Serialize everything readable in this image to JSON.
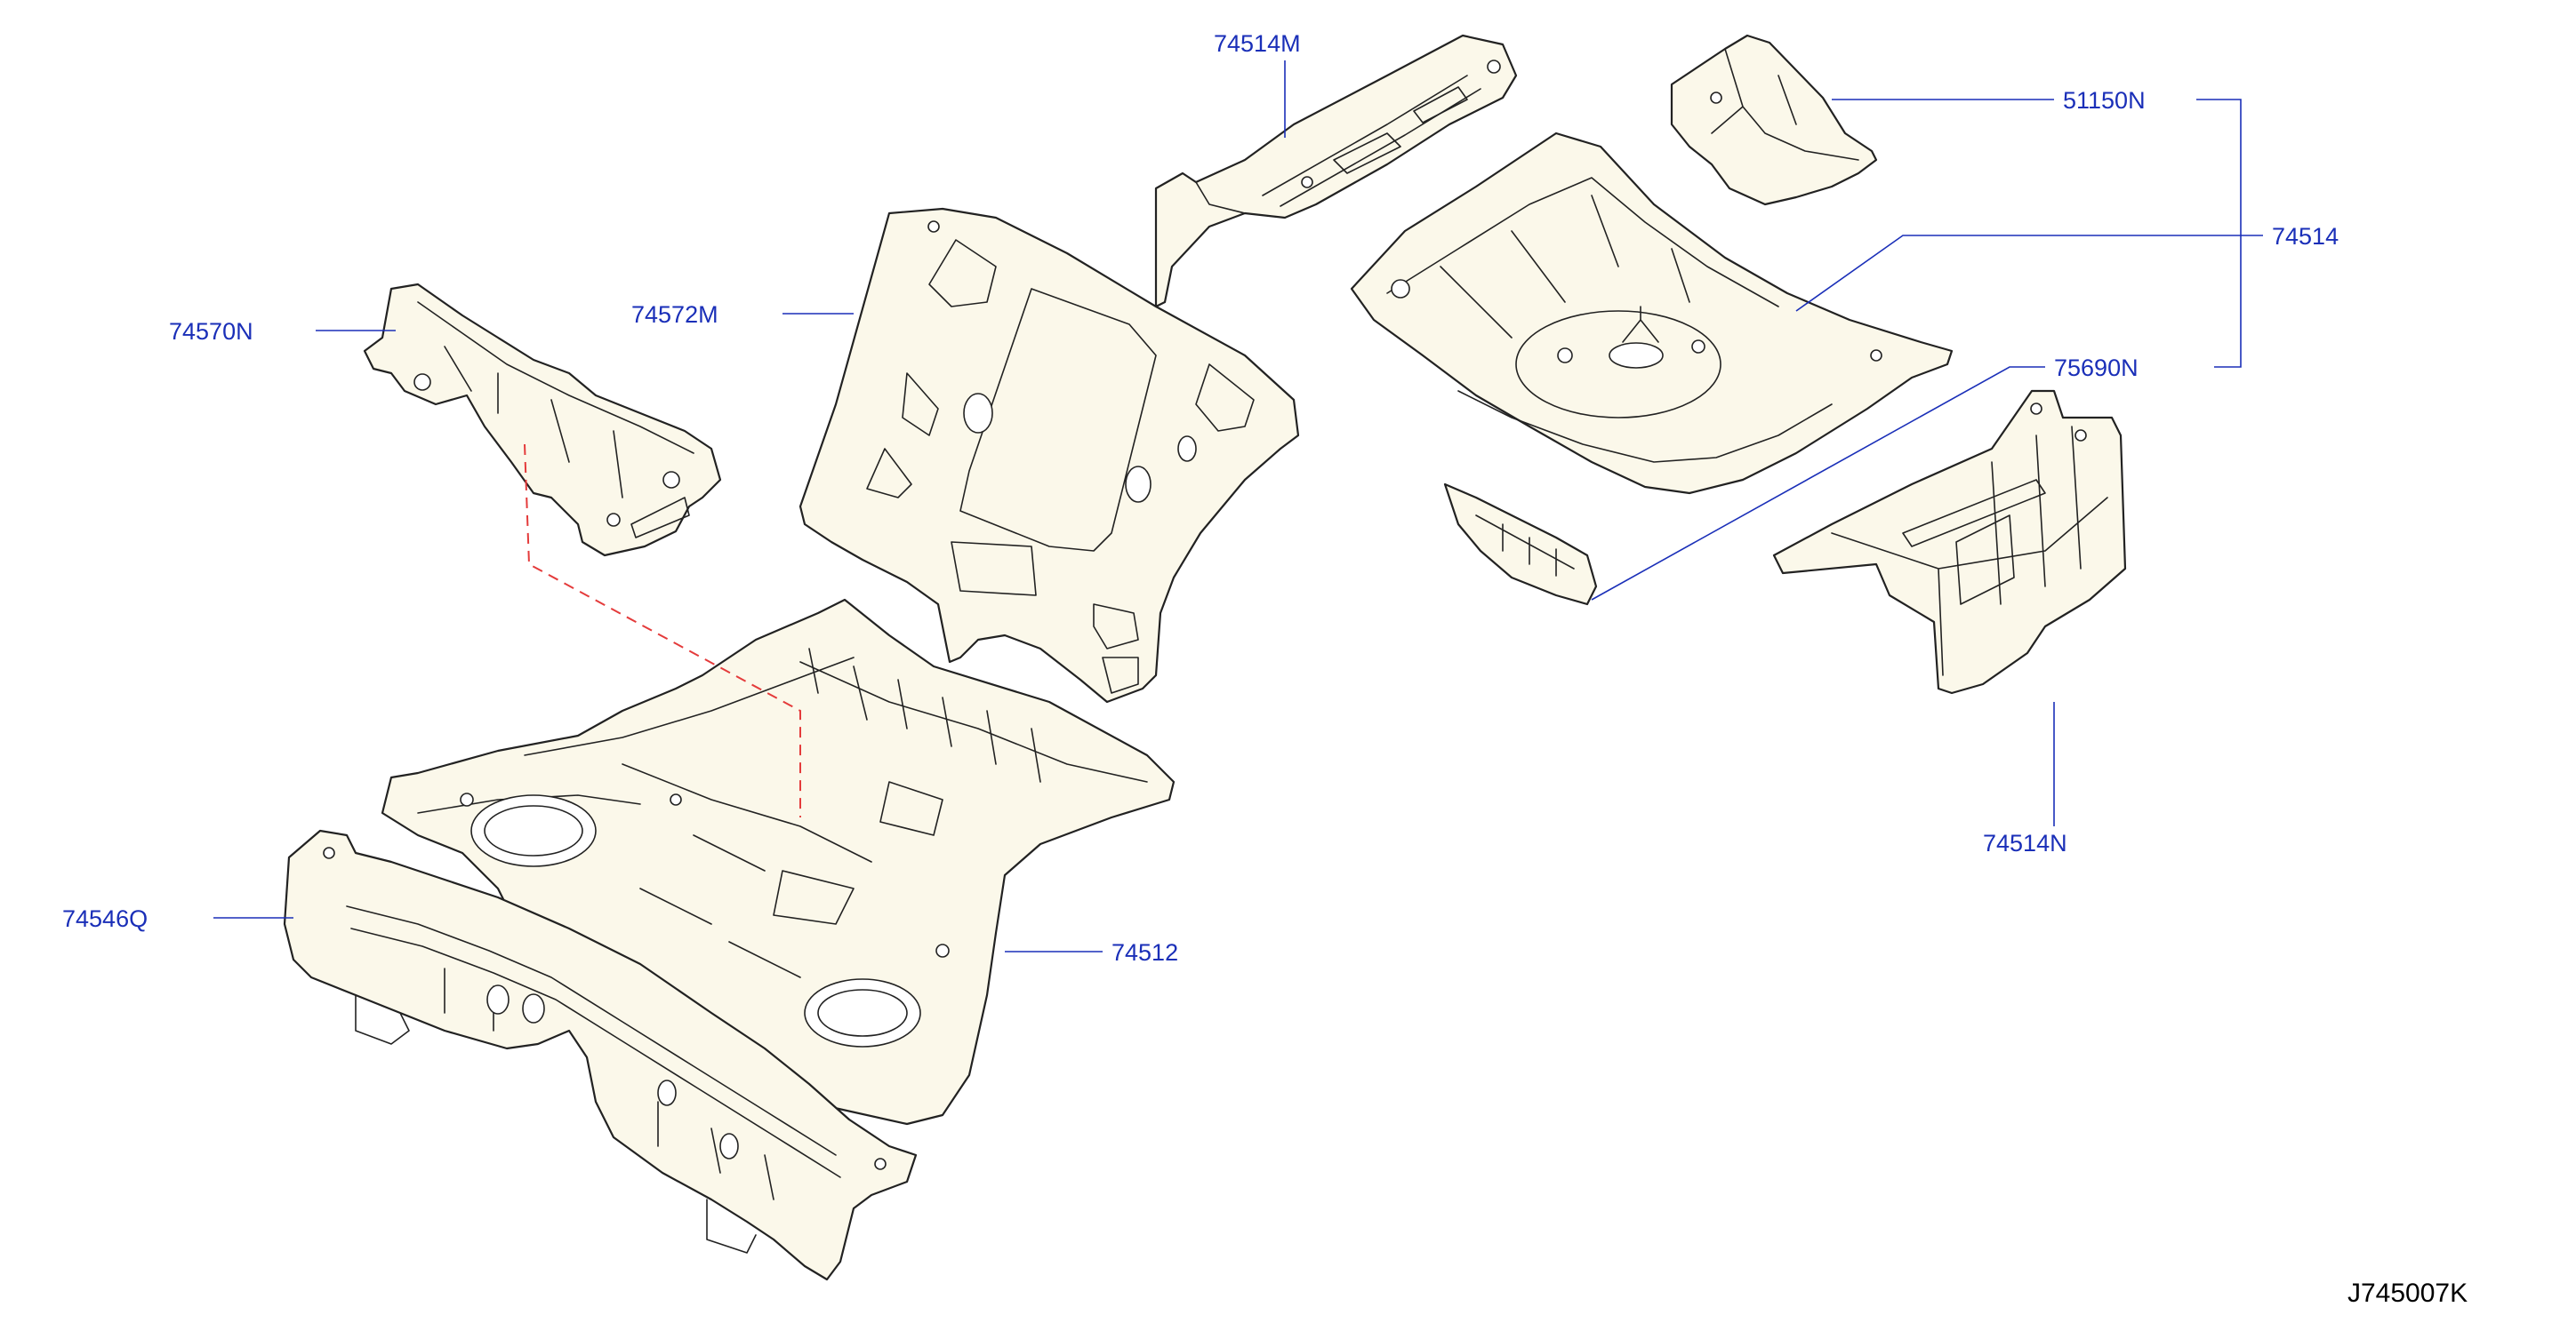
{
  "diagram": {
    "labels": {
      "p74514M": "74514M",
      "p51150N": "51150N",
      "p74514": "74514",
      "p75690N": "75690N",
      "p74570N": "74570N",
      "p74572M": "74572M",
      "p74514N": "74514N",
      "p74546Q": "74546Q",
      "p74512": "74512"
    },
    "code": "J745007K",
    "colors": {
      "label": "#1a2fb8",
      "line": "#222222",
      "part_fill": "#fbf8ea",
      "dashed_reference": "#e43b3b"
    }
  }
}
